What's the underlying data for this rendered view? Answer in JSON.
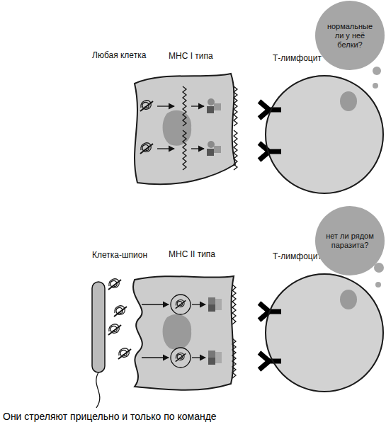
{
  "diagram": {
    "caption": "Они стреляют прицельно и только по команде",
    "nodes": [
      {
        "text": [
          "Любая клетка"
        ]
      },
      {
        "text": [
          "Т-лимфоцит"
        ]
      },
      {
        "text": [
          "нормальные ли у неё белки?"
        ]
      },
      {
        "text": [
          "Клетка-шпион"
        ]
      },
      {
        "text": [
          "Т-лимфоцит"
        ]
      },
      {
        "text": [
          "нет ли рядом паразита?"
        ]
      }
    ],
    "labels": [
      "МНС I типа",
      "МНС II типа"
    ]
  }
}
